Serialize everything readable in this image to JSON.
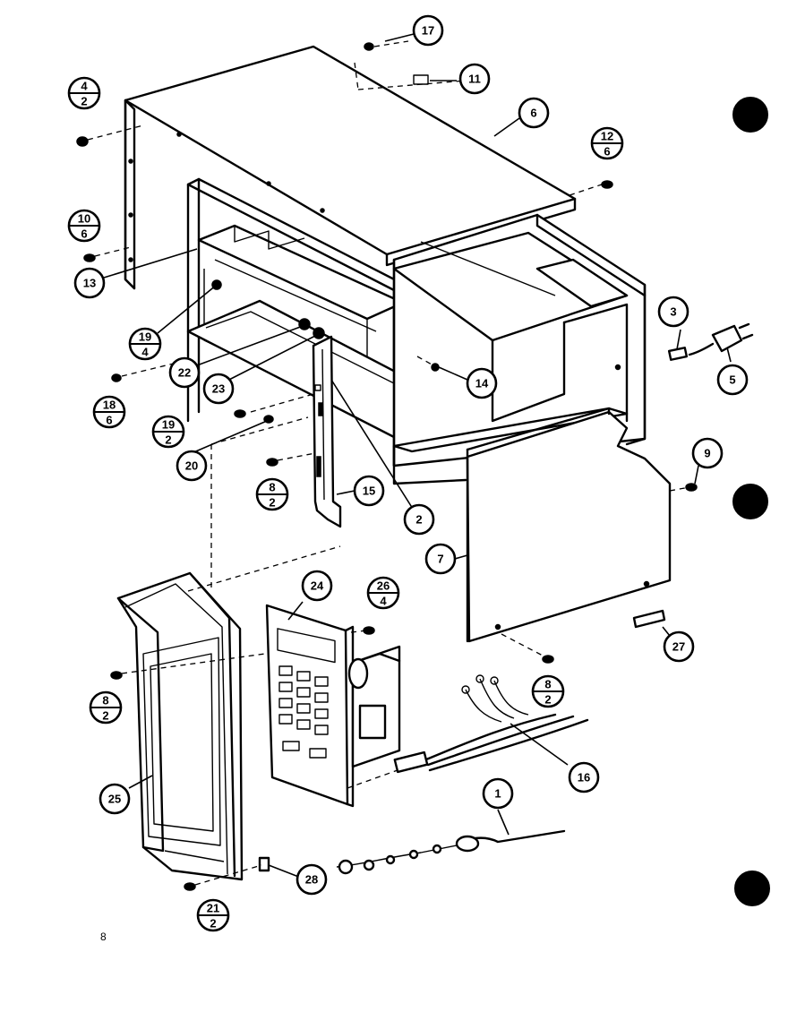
{
  "diagram": {
    "callouts": [
      {
        "id": "c17",
        "top": "17"
      },
      {
        "id": "c11",
        "top": "11"
      },
      {
        "id": "c6",
        "top": "6"
      },
      {
        "id": "c4-2",
        "top": "4",
        "bottom": "2"
      },
      {
        "id": "c12-6",
        "top": "12",
        "bottom": "6"
      },
      {
        "id": "c10-6",
        "top": "10",
        "bottom": "6"
      },
      {
        "id": "c13",
        "top": "13"
      },
      {
        "id": "c19-4",
        "top": "19",
        "bottom": "4"
      },
      {
        "id": "c22",
        "top": "22"
      },
      {
        "id": "c23",
        "top": "23"
      },
      {
        "id": "c3",
        "top": "3"
      },
      {
        "id": "c5",
        "top": "5"
      },
      {
        "id": "c14",
        "top": "14"
      },
      {
        "id": "c18-6",
        "top": "18",
        "bottom": "6"
      },
      {
        "id": "c19-2",
        "top": "19",
        "bottom": "2"
      },
      {
        "id": "c20",
        "top": "20"
      },
      {
        "id": "c8-2a",
        "top": "8",
        "bottom": "2"
      },
      {
        "id": "c15",
        "top": "15"
      },
      {
        "id": "c2",
        "top": "2"
      },
      {
        "id": "c9",
        "top": "9"
      },
      {
        "id": "c7",
        "top": "7"
      },
      {
        "id": "c24",
        "top": "24"
      },
      {
        "id": "c26-4",
        "top": "26",
        "bottom": "4"
      },
      {
        "id": "c27",
        "top": "27"
      },
      {
        "id": "c8-2b",
        "top": "8",
        "bottom": "2"
      },
      {
        "id": "c8-2c",
        "top": "8",
        "bottom": "2"
      },
      {
        "id": "c16",
        "top": "16"
      },
      {
        "id": "c25",
        "top": "25"
      },
      {
        "id": "c1",
        "top": "1"
      },
      {
        "id": "c28",
        "top": "28"
      },
      {
        "id": "c21-2",
        "top": "21",
        "bottom": "2"
      }
    ],
    "page_mark": "8"
  }
}
